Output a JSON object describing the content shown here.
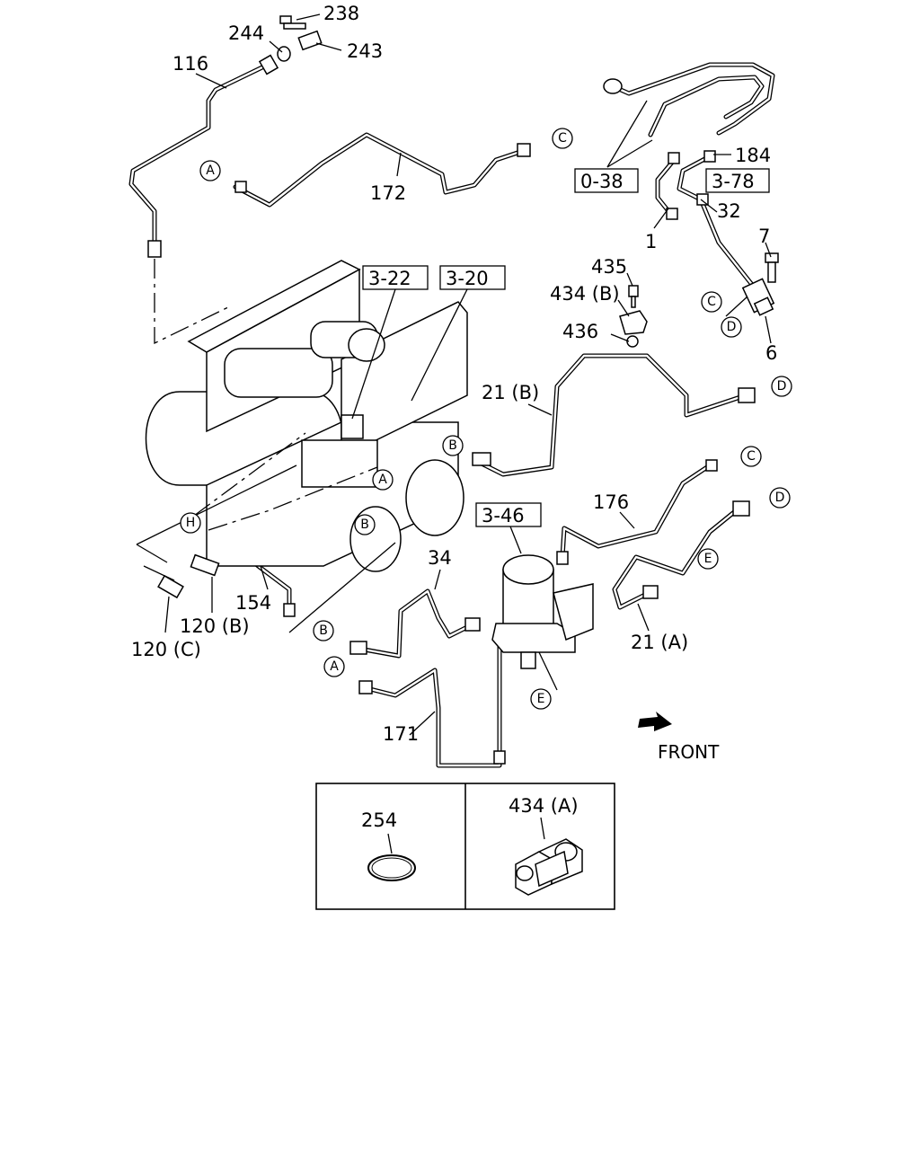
{
  "diagram": {
    "part_labels": {
      "p238": "238",
      "p244": "244",
      "p243": "243",
      "p116": "116",
      "p172": "172",
      "p184": "184",
      "p32": "32",
      "p1": "1",
      "p7": "7",
      "p435": "435",
      "p434b": "434 (B)",
      "p436": "436",
      "p6": "6",
      "p21b": "21 (B)",
      "p176": "176",
      "p34": "34",
      "p154": "154",
      "p120b": "120 (B)",
      "p120c": "120 (C)",
      "p21a": "21 (A)",
      "p171": "171",
      "p254": "254",
      "p434a": "434 (A)"
    },
    "ref_boxes": {
      "r038": "0-38",
      "r378": "3-78",
      "r322": "3-22",
      "r320": "3-20",
      "r346": "3-46"
    },
    "connectors": {
      "A": "A",
      "B": "B",
      "C": "C",
      "D": "D",
      "E": "E",
      "H": "H"
    },
    "front_label": "FRONT"
  }
}
